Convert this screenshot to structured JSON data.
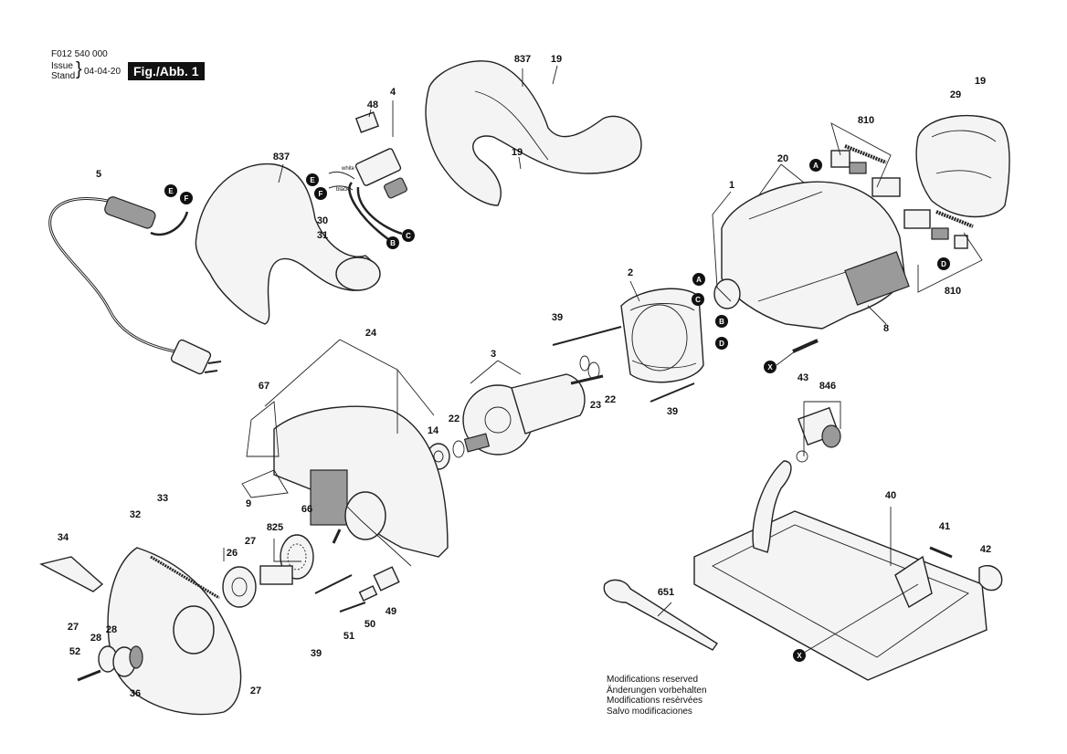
{
  "header": {
    "doc_number": "F012 540 000",
    "issue_label": "Issue",
    "stand_label": "Stand",
    "brace": "}",
    "date": "04-04-20",
    "figure": "Fig./Abb. 1"
  },
  "notes": [
    "Modifications reserved",
    "Änderungen vorbehalten",
    "Modifications resèrvées",
    "Salvo modificaciones"
  ],
  "wire_labels": {
    "white": "white",
    "black": "black"
  },
  "callouts": {
    "A": "A",
    "B": "B",
    "C": "C",
    "D": "D",
    "E": "E",
    "F": "F",
    "X": "X"
  },
  "parts": {
    "p1": "1",
    "p2": "2",
    "p3": "3",
    "p4": "4",
    "p5": "5",
    "p8": "8",
    "p9": "9",
    "p14": "14",
    "p19": "19",
    "p20": "20",
    "p22": "22",
    "p23": "23",
    "p24": "24",
    "p26": "26",
    "p27": "27",
    "p28": "28",
    "p29": "29",
    "p30": "30",
    "p31": "31",
    "p32": "32",
    "p33": "33",
    "p34": "34",
    "p36": "36",
    "p39": "39",
    "p40": "40",
    "p41": "41",
    "p42": "42",
    "p43": "43",
    "p48": "48",
    "p49": "49",
    "p50": "50",
    "p51": "51",
    "p52": "52",
    "p66": "66",
    "p67": "67",
    "p651": "651",
    "p810": "810",
    "p825": "825",
    "p837": "837",
    "p846": "846"
  }
}
